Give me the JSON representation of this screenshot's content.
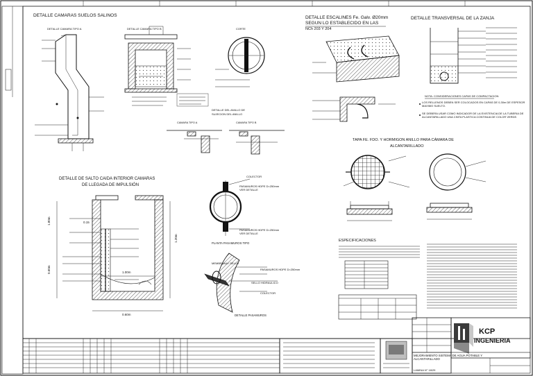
{
  "titles": {
    "camaras_suelos_salinos": "DETALLE CAMARAS SUELOS SALINOS",
    "escalines_line1": "DETALLE ESCALINES Fe. Galv. Ø20mm",
    "escalines_line2": "SEGUN LO ESTABLECIDO EN LAS",
    "escalines_line3": "NCh 203 Y 204",
    "transversal_zanja": "DETALLE TRANSVERSAL DE LA ZANJA",
    "salto_line1": "DETALLE DE SALTO CAIDA INTERIOR CAMARAS",
    "salto_line2": "DE LLEGADA DE IMPULSIÓN",
    "tapa_line1": "TAPA FE. FDO. Y HORMIGON ANILLO PARA CÁMARA DE",
    "tapa_line2": "ALCANTARILLADO",
    "especificaciones": "ESPECIFICACIONES",
    "detalle_pasamuros": "DETALLE PASAMUROS",
    "planta_pasamuros": "PLANTA PASAMUROS TIPO",
    "detalle_anillo_line1": "DETALLE DEL ANILLO DE",
    "detalle_anillo_line2": "SUJECION DEL ANILLO"
  },
  "sub_labels": {
    "camara_tipo_a": "DETALLE CAMARA TIPO A",
    "camara_tipo_b": "DETALLE CAMARA TIPO B",
    "corte": "CORTE",
    "camara_tipo_a_small": "CAMARA TIPO A",
    "camara_tipo_b_small": "CAMARA TIPO B"
  },
  "callouts": {
    "pasamuros_1": "PASAMUROS HDPE D=250mm",
    "pasamuros_1b": "VER DETALLE",
    "colector": "COLECTOR",
    "pasamuros_2": "PASAMUROS HDPE D=250mm",
    "pasamuros_2b": "VER DETALLE",
    "membrana": "MEMBRANA / SELLO",
    "sello_hidraulico": "SELLO HIDRAULICO",
    "colector_2": "COLECTOR"
  },
  "dimensions": {
    "d_180": "1.80m",
    "d_120": "1.20m",
    "d_060": "0.60m",
    "d_015": "0.15",
    "d_100": "1.00m",
    "d_060b": "0.60m"
  },
  "notes_transversal": {
    "heading": "NOTA: CONSIDERACIONES CAPAS DE COMPACTACION",
    "items": [
      "LOS RELLENOS DEBEN SER COLOCADOS EN CAPAS DE 0,30m DE ESPESOR MAXIMO SUELTO.",
      "SE DEBERA USAR COMO INDICADOR DE LA EXISTENCIA DE LA TUBERIA DE ALCANTARILLADO UNA CINTA PLASTICA CONTINUA DE COLOR VERDE."
    ]
  },
  "title_block": {
    "company_line1": "KCP",
    "company_line2": "INGENIERIA",
    "project_title": "MEJORAMIENTO SISTEMA DE AGUA POTABLE Y ALCANTARILLADO",
    "drawing_code": "LAMINA N° 18/29"
  },
  "colors": {
    "ink": "#111111",
    "paper": "#ffffff",
    "logo_dark": "#3b3b3b",
    "logo_mid": "#8a8a8a",
    "logo_light": "#c8c8c8"
  }
}
